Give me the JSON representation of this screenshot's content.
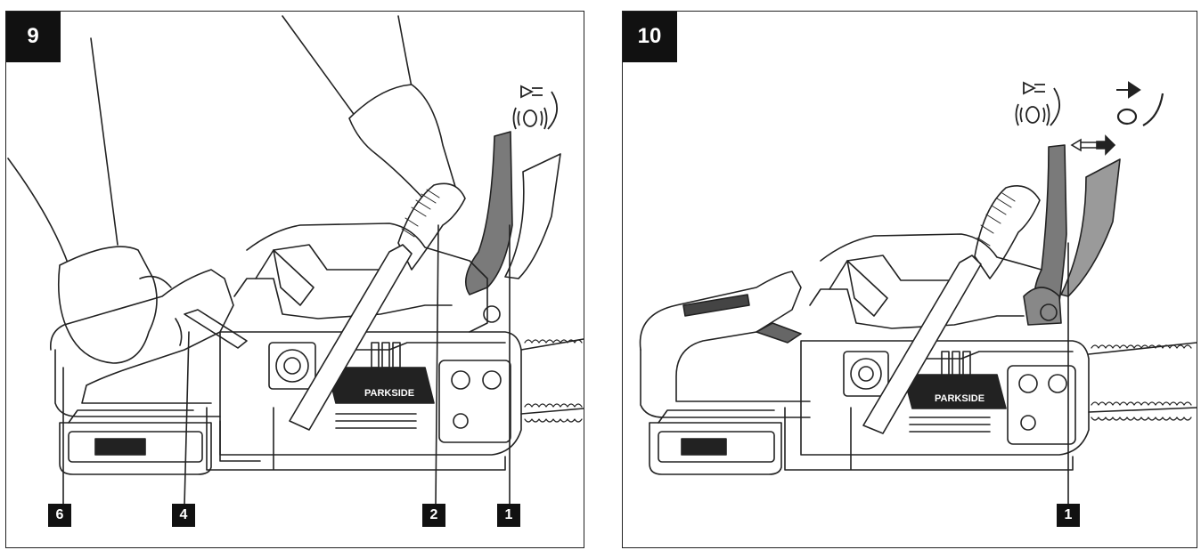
{
  "figures": [
    {
      "number": "9",
      "callouts": [
        "6",
        "4",
        "2",
        "1"
      ],
      "brand_text": "PARKSIDE"
    },
    {
      "number": "10",
      "callouts": [
        "1"
      ],
      "brand_text": "PARKSIDE"
    }
  ],
  "colors": {
    "line": "#222222",
    "label_bg": "#111111",
    "label_fg": "#ffffff",
    "guard_fill": "#7a7a7a"
  },
  "icons": [
    "arrow-left-outline-icon",
    "chain-brake-released-icon",
    "double-arrow-icon",
    "arrow-right-solid-icon",
    "chain-brake-engaged-icon"
  ]
}
